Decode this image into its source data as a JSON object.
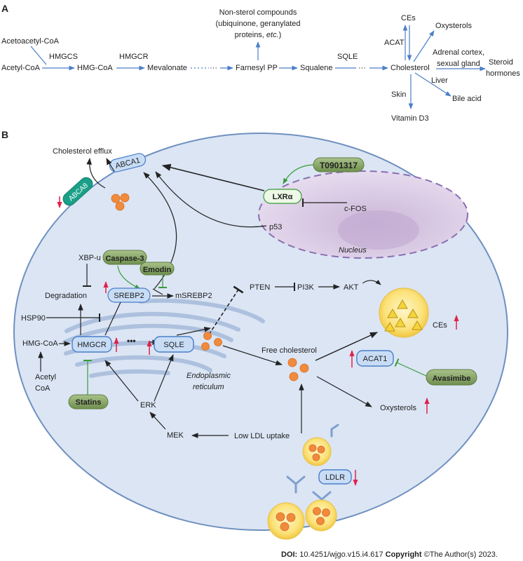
{
  "panel_a": {
    "letter": "A",
    "acetoacetyl_coa": "Acetoacetyl-CoA",
    "acetyl_coa": "Acetyl-CoA",
    "hmgcs": "HMGCS",
    "hmg_coa": "HMG-CoA",
    "hmgcr": "HMGCR",
    "mevalonate": "Mevalonate",
    "dots": "···",
    "farnesyl_pp": "Farnesyl PP",
    "non_sterol_line1": "Non-sterol compounds",
    "non_sterol_line2": "(ubiquinone, geranylated",
    "non_sterol_line3_a": "proteins, ",
    "non_sterol_line3_etc": "etc.",
    "non_sterol_line3_b": ")",
    "squalene": "Squalene",
    "sqle": "SQLE",
    "cholesterol": "Cholesterol",
    "ces": "CEs",
    "acat": "ACAT",
    "oxysterols": "Oxysterols",
    "adrenal_line1": "Adrenal cortex,",
    "adrenal_line2": "sexual gland",
    "steroid_line1": "Steroid",
    "steroid_line2": "hormones",
    "liver": "Liver",
    "bile_acid": "Bile acid",
    "skin": "Skin",
    "vitamin_d3": "Vitamin D3"
  },
  "panel_b": {
    "letter": "B",
    "cholesterol_efflux": "Cholesterol efflux",
    "abca1": "ABCA1",
    "abca8": "ABCA8",
    "t0901317": "T0901317",
    "lxra": "LXRα",
    "cfos": "c-FOS",
    "p53": "p53",
    "nucleus": "Nucleus",
    "xbp_u": "XBP-u",
    "caspase3": "Caspase-3",
    "emodin": "Emodin",
    "degradation": "Degradation",
    "hsp90": "HSP90",
    "srebp2": "SREBP2",
    "msrebp2": "mSREBP2",
    "pten": "PTEN",
    "pi3k": "PI3K",
    "akt": "AKT",
    "ces": "CEs",
    "hmg_coa": "HMG-CoA",
    "hmgcr": "HMGCR",
    "dots": "•••",
    "sqle": "SQLE",
    "free_cholesterol": "Free cholesterol",
    "acat1": "ACAT1",
    "avasimibe": "Avasimibe",
    "acetyl": "Acetyl",
    "coa": "CoA",
    "statins": "Statins",
    "er_line1": "Endoplasmic",
    "er_line2": "reticulum",
    "erk": "ERK",
    "mek": "MEK",
    "low_ldl": "Low LDL uptake",
    "oxysterols": "Oxysterols",
    "ldlr": "LDLR"
  },
  "footer": {
    "doi_label": "DOI:",
    "doi_value": "10.4251/wjgo.v15.i4.617",
    "copyright_label": "Copyright",
    "copyright_value": "©The Author(s) 2023."
  },
  "colors": {
    "arrow_blue": "#4a7ec8",
    "up_red": "#e0204a",
    "inhibitor_green": "#3a9a3a",
    "cell_fill": "#dbe5f4",
    "nucleus_fill": "#e3d6ea",
    "drug_green": "#7a9a5a",
    "abca8_teal": "#1aa088",
    "lipid_orange": "#f08a3c",
    "ldl_yellow": "#fbe27a"
  }
}
